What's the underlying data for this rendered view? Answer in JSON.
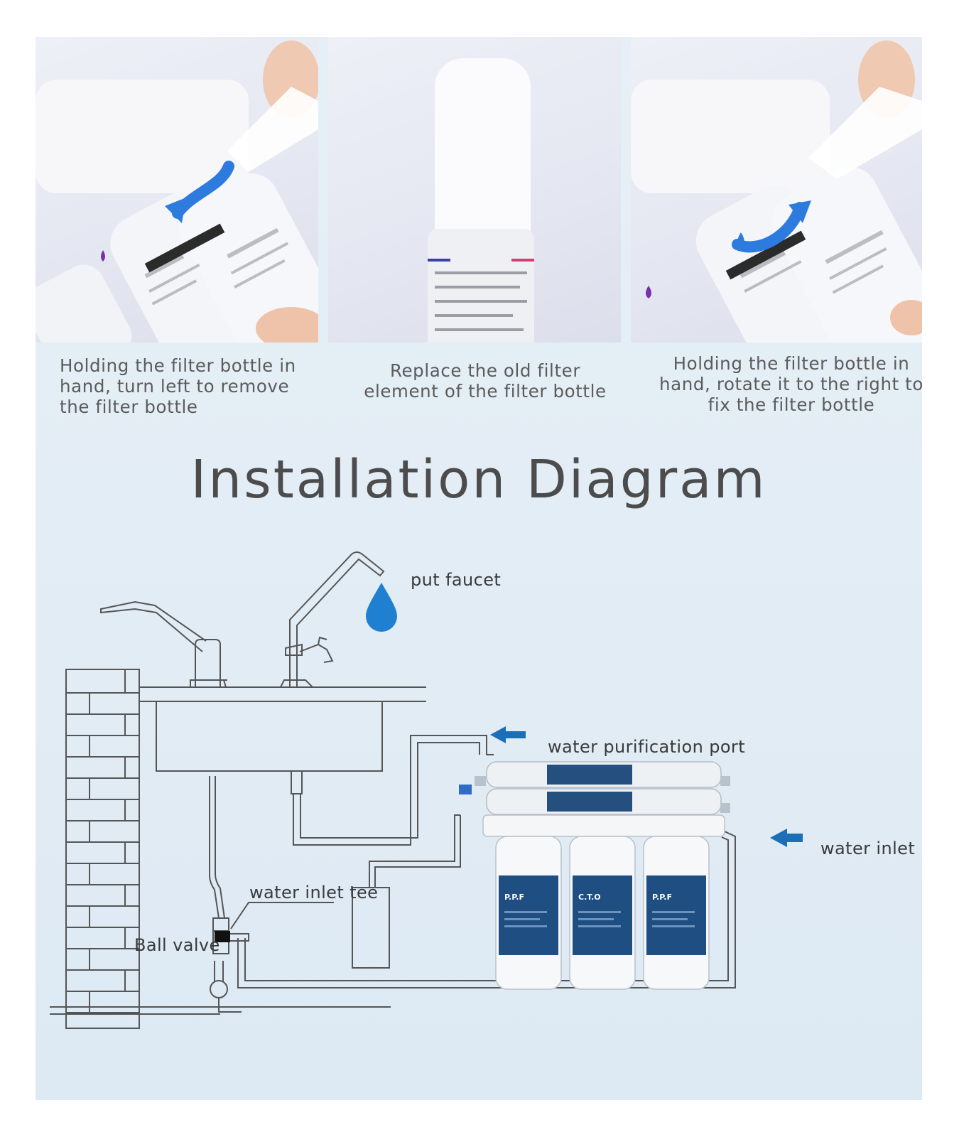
{
  "steps": [
    {
      "caption": "Holding the filter bottle in\n hand, turn left to remove\n the filter bottle"
    },
    {
      "caption": "Replace the old filter\nelement of the filter bottle"
    },
    {
      "caption": "Holding the filter bottle in\nhand, rotate it to the right to\nfix the filter bottle"
    }
  ],
  "diagram": {
    "title": "Installation Diagram",
    "labels": {
      "faucet": "put faucet",
      "purification_port": "water purification port",
      "water_inlet": "water inlet",
      "inlet_tee": "water inlet tee",
      "ball_valve": "Ball valve"
    },
    "filter_labels": [
      "P.P.F",
      "C.T.O",
      "P.P.F"
    ]
  },
  "colors": {
    "accent_blue": "#1f7fd0",
    "arrow_blue": "#1a6fb8",
    "line": "#555555",
    "filter_label": "#174a84"
  },
  "icons": [
    "rotate-left-arrow-icon",
    "rotate-right-arrow-icon",
    "water-drop-icon",
    "left-arrow-icon"
  ]
}
